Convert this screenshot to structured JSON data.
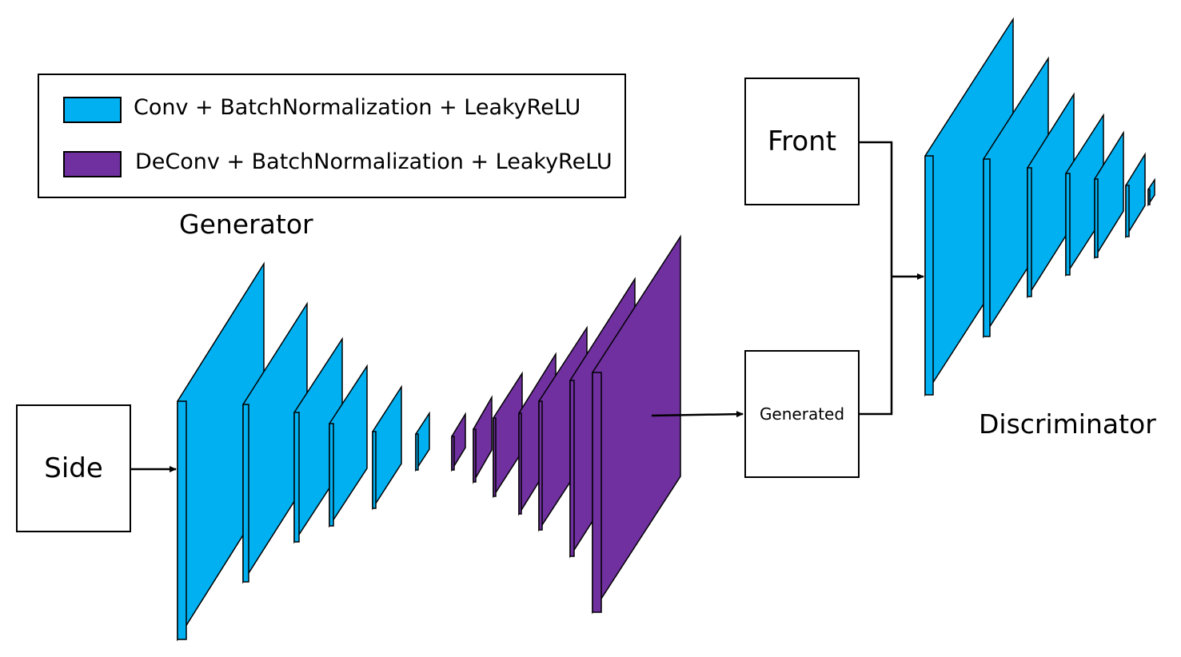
{
  "legend": {
    "items": [
      {
        "label": "Conv + BatchNormalization + LeakyReLU",
        "color": "#00b0f0"
      },
      {
        "label": "DeConv + BatchNormalization + LeakyReLU",
        "color": "#7030a0"
      }
    ]
  },
  "titles": {
    "generator": "Generator",
    "discriminator": "Discriminator"
  },
  "nodes": {
    "side": "Side",
    "front": "Front",
    "generated": "Generated"
  },
  "colors": {
    "conv": "#00b0f0",
    "deconv": "#7030a0",
    "stroke": "#000000"
  },
  "layer_types": {
    "generator": [
      "conv",
      "conv",
      "conv",
      "conv",
      "conv",
      "conv",
      "deconv",
      "deconv",
      "deconv",
      "deconv",
      "deconv",
      "deconv",
      "deconv"
    ],
    "discriminator": [
      "conv",
      "conv",
      "conv",
      "conv",
      "conv",
      "conv",
      "conv"
    ]
  }
}
